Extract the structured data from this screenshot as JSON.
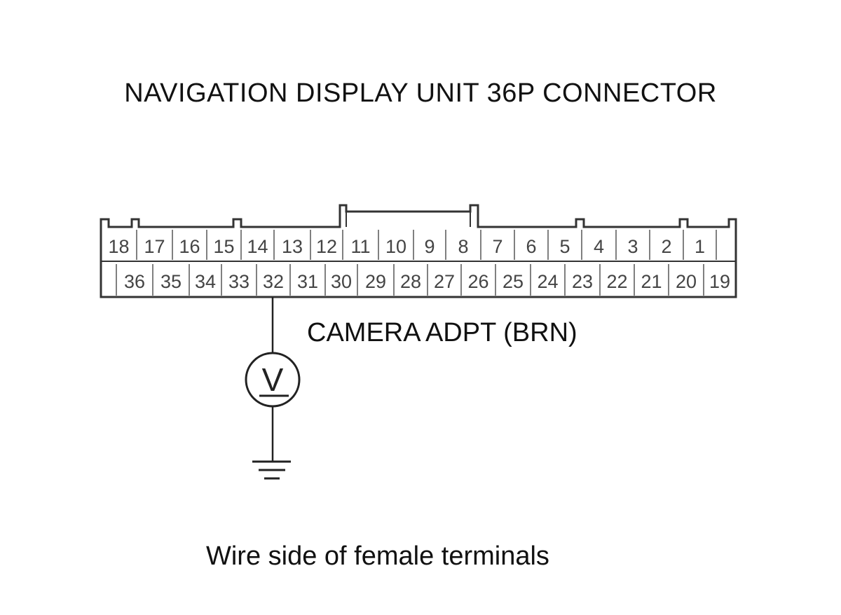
{
  "title": "NAVIGATION DISPLAY UNIT 36P CONNECTOR",
  "wire_label": "CAMERA ADPT (BRN)",
  "caption": "Wire side of female terminals",
  "meter_symbol": "V",
  "connector": {
    "top_row": [
      "18",
      "17",
      "16",
      "15",
      "14",
      "13",
      "12",
      "11",
      "10",
      "9",
      "8",
      "7",
      "6",
      "5",
      "4",
      "3",
      "2",
      "1",
      ""
    ],
    "bottom_row": [
      "",
      "36",
      "35",
      "34",
      "33",
      "32",
      "31",
      "30",
      "29",
      "28",
      "27",
      "26",
      "25",
      "24",
      "23",
      "22",
      "21",
      "20",
      "19"
    ],
    "probed_terminal": "32"
  },
  "icons": [
    "voltmeter-icon",
    "ground-icon"
  ]
}
